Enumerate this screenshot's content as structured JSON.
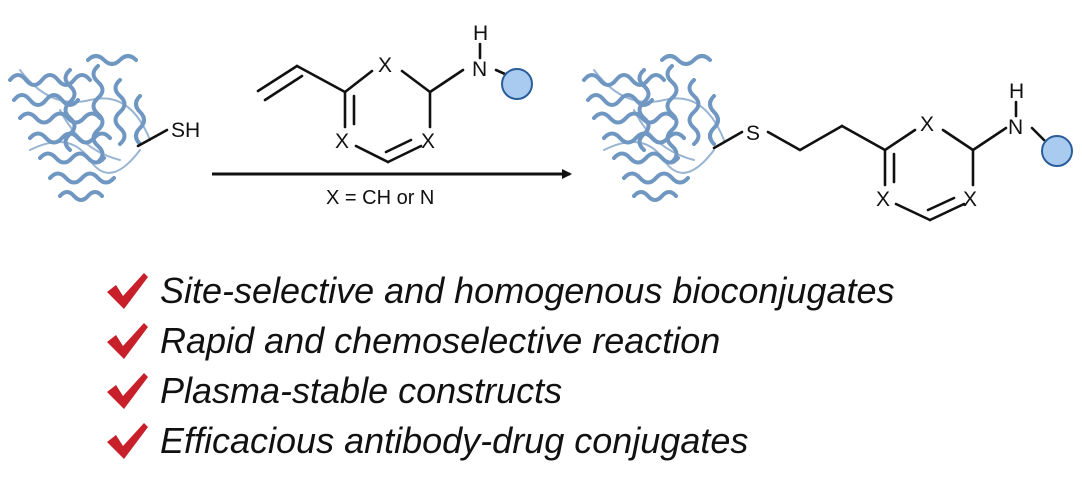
{
  "scheme": {
    "protein_thiol_label": "SH",
    "reagent": {
      "ring_atom_labels": [
        "X",
        "X",
        "X"
      ],
      "nh_label": "H",
      "n_label": "N"
    },
    "condition_label": "X = CH or N",
    "product": {
      "s_label": "S",
      "ring_atom_labels": [
        "X",
        "X",
        "X"
      ],
      "nh_label": "H",
      "n_label": "N"
    },
    "payload_color": "#a9cbf0",
    "protein_color": "#6f97c1"
  },
  "benefits": [
    "Site-selective and homogenous bioconjugates",
    "Rapid and chemoselective reaction",
    "Plasma-stable constructs",
    "Efficacious antibody-drug conjugates"
  ],
  "check_color": "#c8202a"
}
